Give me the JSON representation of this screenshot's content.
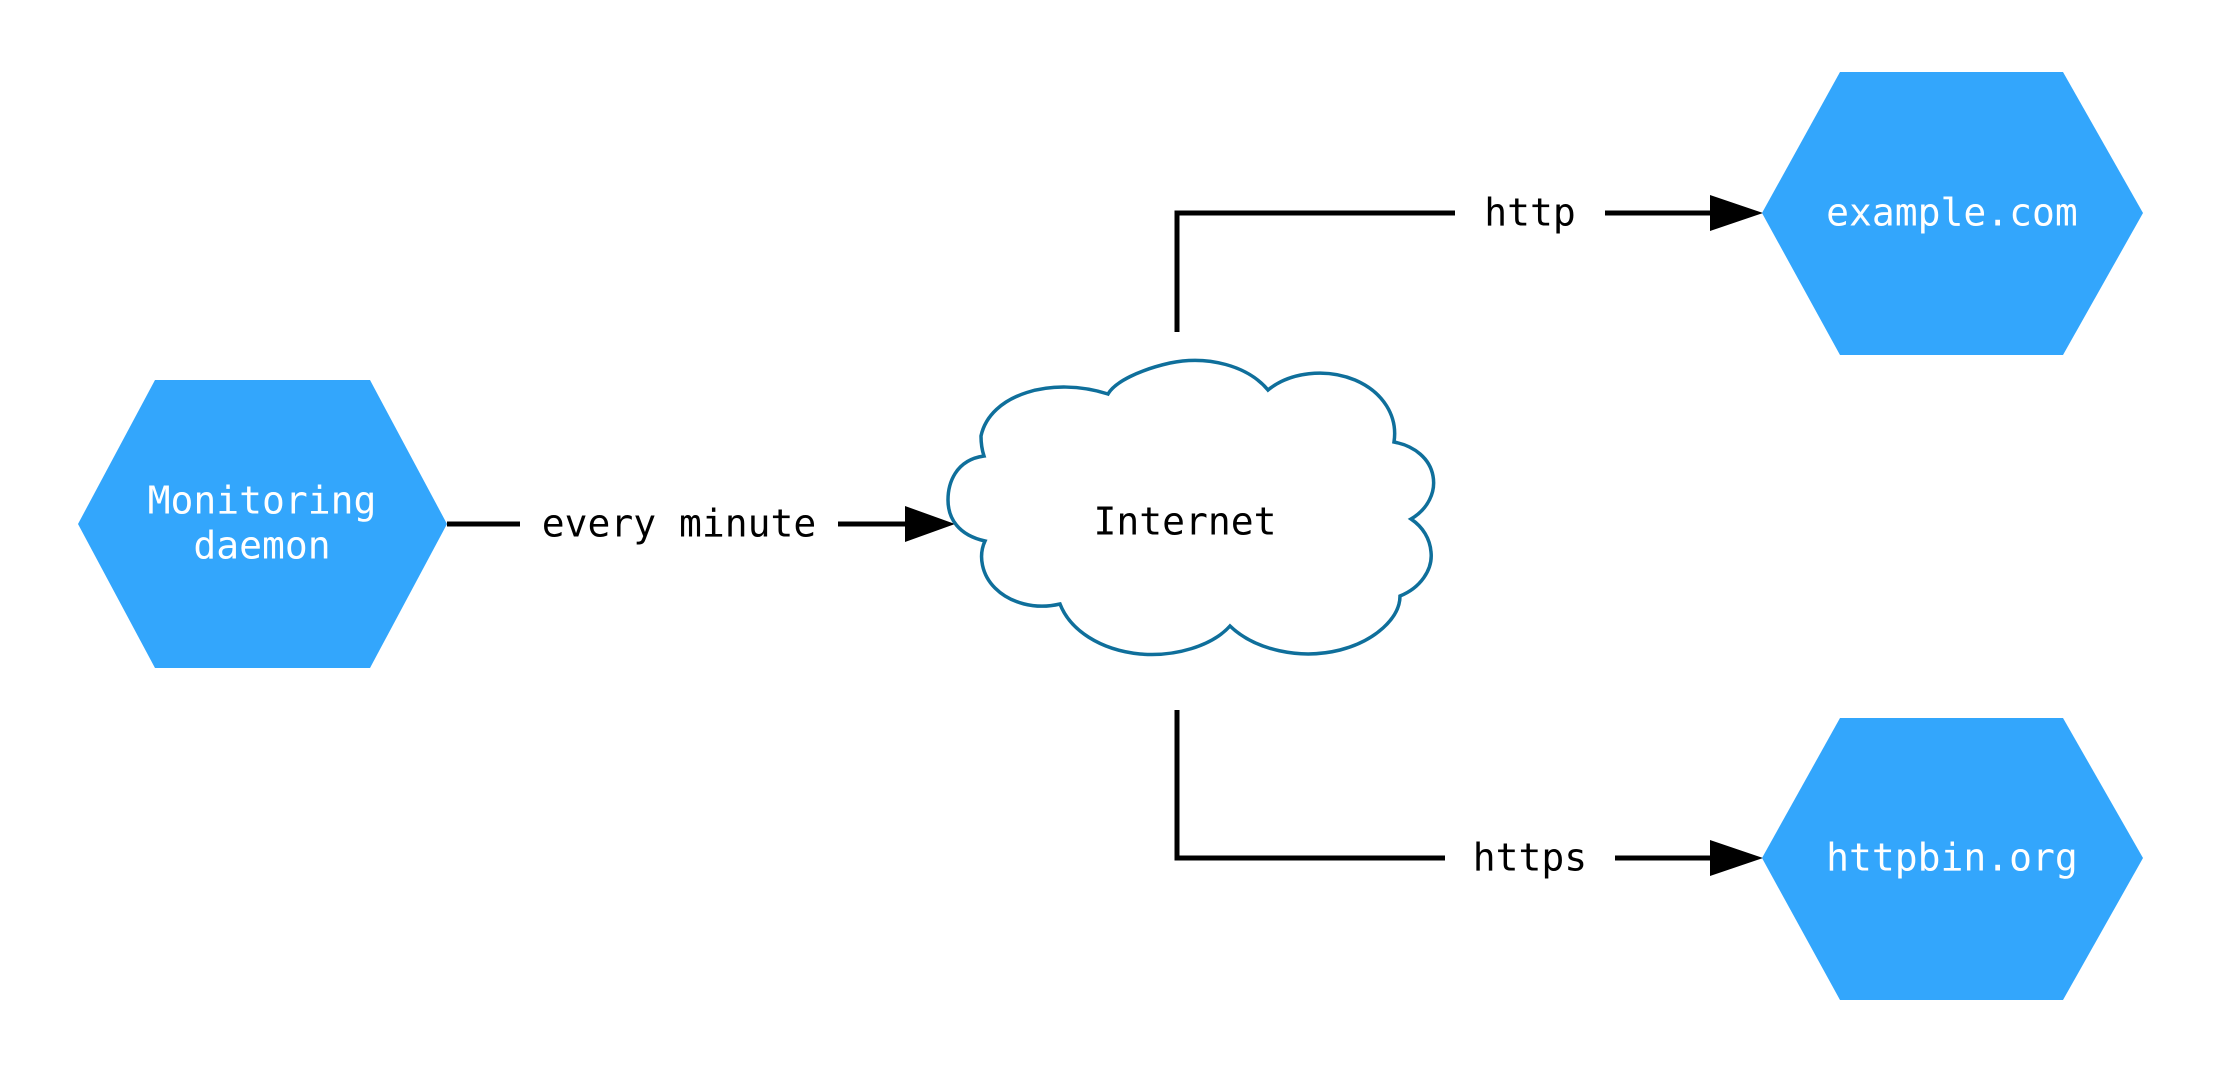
{
  "diagram": {
    "type": "network-flow-diagram",
    "background_color": "#ffffff",
    "colors": {
      "node_fill": "#33a6fc",
      "node_text": "#ffffff",
      "cloud_stroke": "#0f6f9b",
      "cloud_fill": "#ffffff",
      "edge_stroke": "#000000",
      "edge_text": "#000000"
    },
    "nodes": [
      {
        "id": "monitoring-daemon",
        "shape": "hexagon",
        "label_line1": "Monitoring",
        "label_line2": "daemon",
        "fill": "#33a6fc",
        "text_color": "#ffffff"
      },
      {
        "id": "internet",
        "shape": "cloud",
        "label": "Internet",
        "fill": "#ffffff",
        "stroke": "#0f6f9b",
        "text_color": "#000000"
      },
      {
        "id": "example-com",
        "shape": "hexagon",
        "label": "example.com",
        "fill": "#33a6fc",
        "text_color": "#ffffff"
      },
      {
        "id": "httpbin-org",
        "shape": "hexagon",
        "label": "httpbin.org",
        "fill": "#33a6fc",
        "text_color": "#ffffff"
      }
    ],
    "edges": [
      {
        "id": "daemon-to-internet",
        "from": "monitoring-daemon",
        "to": "internet",
        "label": "every minute",
        "arrow": true
      },
      {
        "id": "internet-to-example",
        "from": "internet",
        "to": "example-com",
        "label": "http",
        "arrow": true
      },
      {
        "id": "internet-to-httpbin",
        "from": "internet",
        "to": "httpbin-org",
        "label": "https",
        "arrow": true
      }
    ]
  }
}
